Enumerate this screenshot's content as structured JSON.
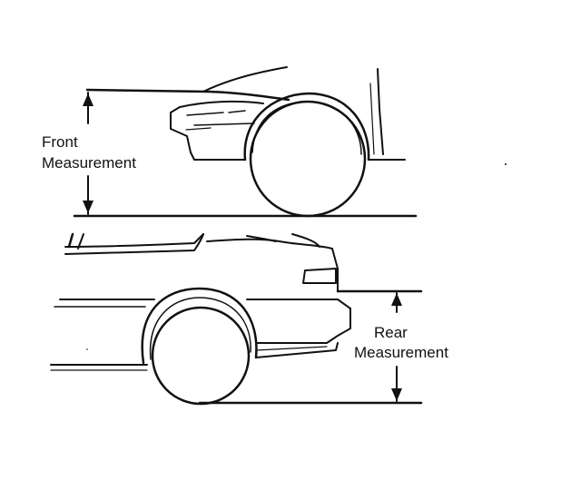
{
  "front": {
    "label_line1": "Front",
    "label_line2": "Measurement"
  },
  "rear": {
    "label_line1": "Rear",
    "label_line2": "Measurement"
  },
  "colors": {
    "ink": "#111111",
    "background": "#ffffff"
  }
}
